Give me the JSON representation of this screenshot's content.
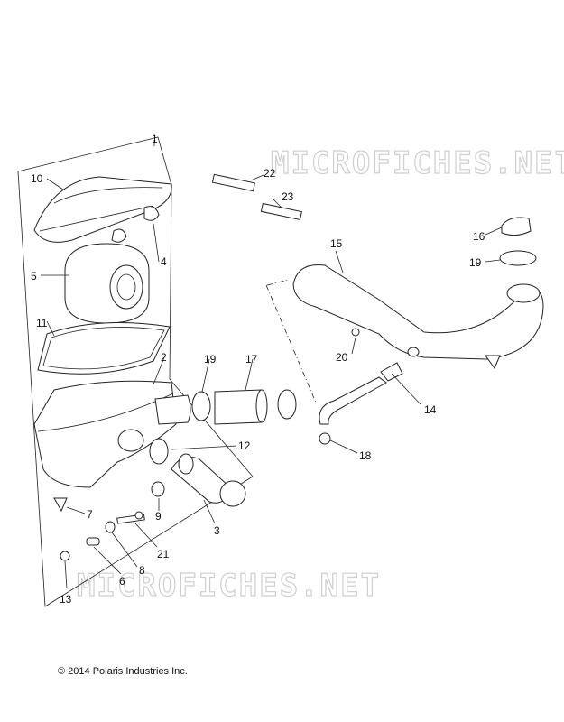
{
  "watermark": "MICROFICHES.NET",
  "copyright": "© 2014 Polaris Industries Inc.",
  "callouts": [
    "1",
    "2",
    "3",
    "4",
    "5",
    "6",
    "7",
    "8",
    "9",
    "10",
    "11",
    "12",
    "13",
    "14",
    "15",
    "16",
    "17",
    "18",
    "19",
    "19",
    "20",
    "21",
    "22",
    "23"
  ]
}
